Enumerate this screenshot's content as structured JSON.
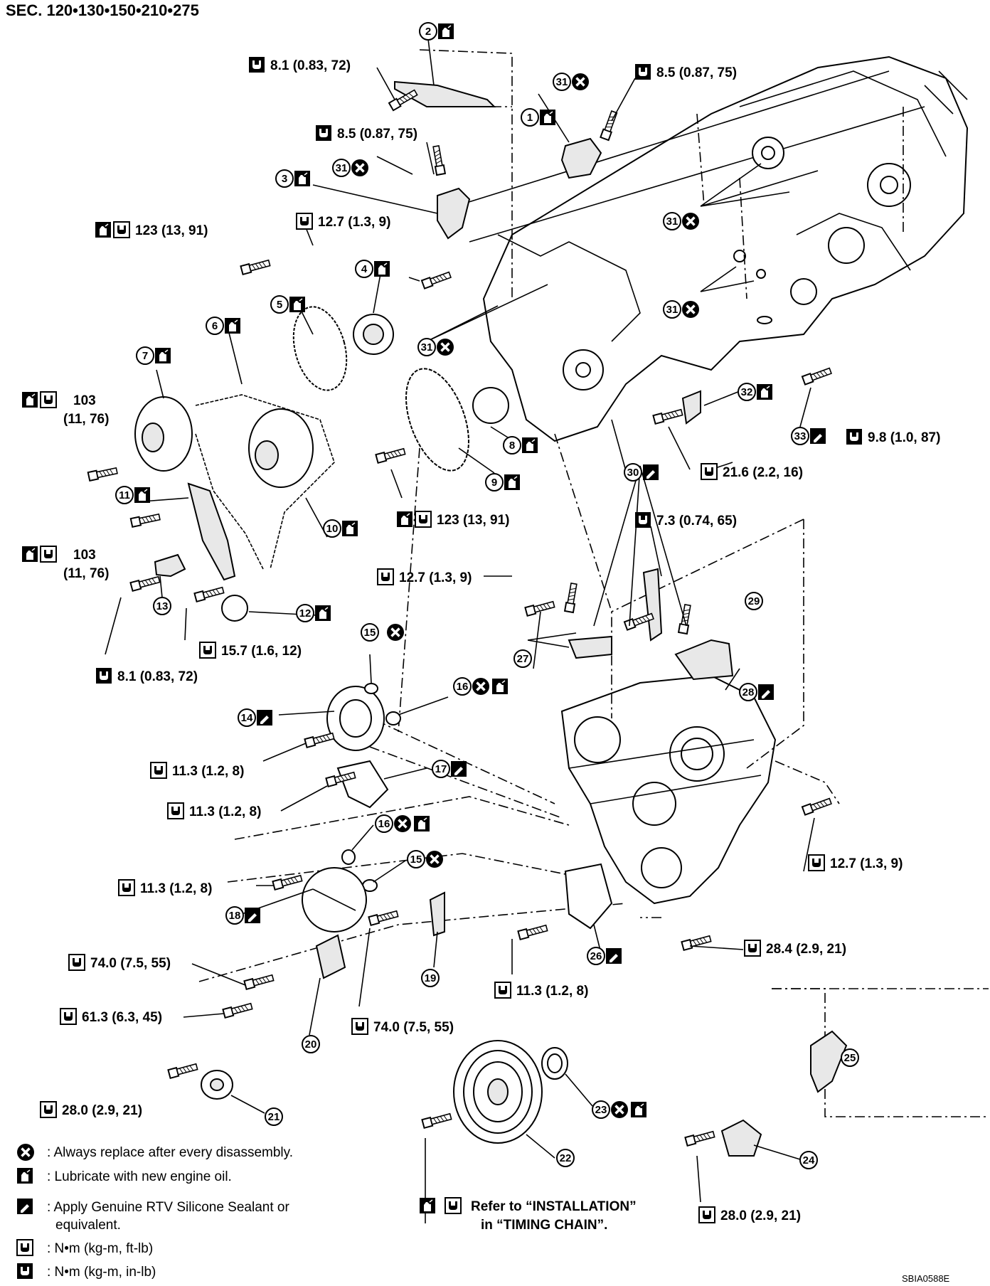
{
  "title": "SEC. 120•130•150•210•275",
  "figure_code": "SBIA0588E",
  "callouts": {
    "t1": "8.1 (0.83, 72)",
    "t2": "8.5 (0.87, 75)",
    "t3": "8.5 (0.87, 75)",
    "t4": "123 (13, 91)",
    "t5": "12.7 (1.3, 9)",
    "t6a": "103",
    "t6b": "(11, 76)",
    "t7a": "103",
    "t7b": "(11, 76)",
    "t8": "123 (13, 91)",
    "t9": "21.6 (2.2, 16)",
    "t10": "9.8 (1.0, 87)",
    "t11": "7.3 (0.74, 65)",
    "t12": "12.7 (1.3, 9)",
    "t13": "15.7 (1.6, 12)",
    "t14": "8.1 (0.83, 72)",
    "t15": "11.3 (1.2, 8)",
    "t16": "11.3 (1.2, 8)",
    "t17": "12.7 (1.3, 9)",
    "t18": "11.3 (1.2, 8)",
    "t19": "28.4 (2.9, 21)",
    "t20": "74.0 (7.5, 55)",
    "t21": "11.3 (1.2, 8)",
    "t22": "61.3 (6.3, 45)",
    "t23": "74.0 (7.5, 55)",
    "t24": "28.0 (2.9, 21)",
    "t25": "28.0 (2.9, 21)",
    "ref1": "Refer to “INSTALLATION”",
    "ref2": "in “TIMING CHAIN”."
  },
  "part_numbers": [
    "1",
    "2",
    "3",
    "4",
    "5",
    "6",
    "7",
    "8",
    "9",
    "10",
    "11",
    "12",
    "13",
    "14",
    "15",
    "16",
    "17",
    "18",
    "19",
    "20",
    "21",
    "22",
    "23",
    "24",
    "25",
    "26",
    "27",
    "28",
    "29",
    "30",
    "31",
    "32",
    "33"
  ],
  "legend": {
    "replace": ": Always replace after every disassembly.",
    "lubricate": ": Lubricate with new engine oil.",
    "sealant1": ": Apply Genuine RTV Silicone Sealant or",
    "sealant2": "equivalent.",
    "torque_ftlb": ": N•m (kg-m, ft-lb)",
    "torque_inlb": ": N•m (kg-m, in-lb)"
  }
}
